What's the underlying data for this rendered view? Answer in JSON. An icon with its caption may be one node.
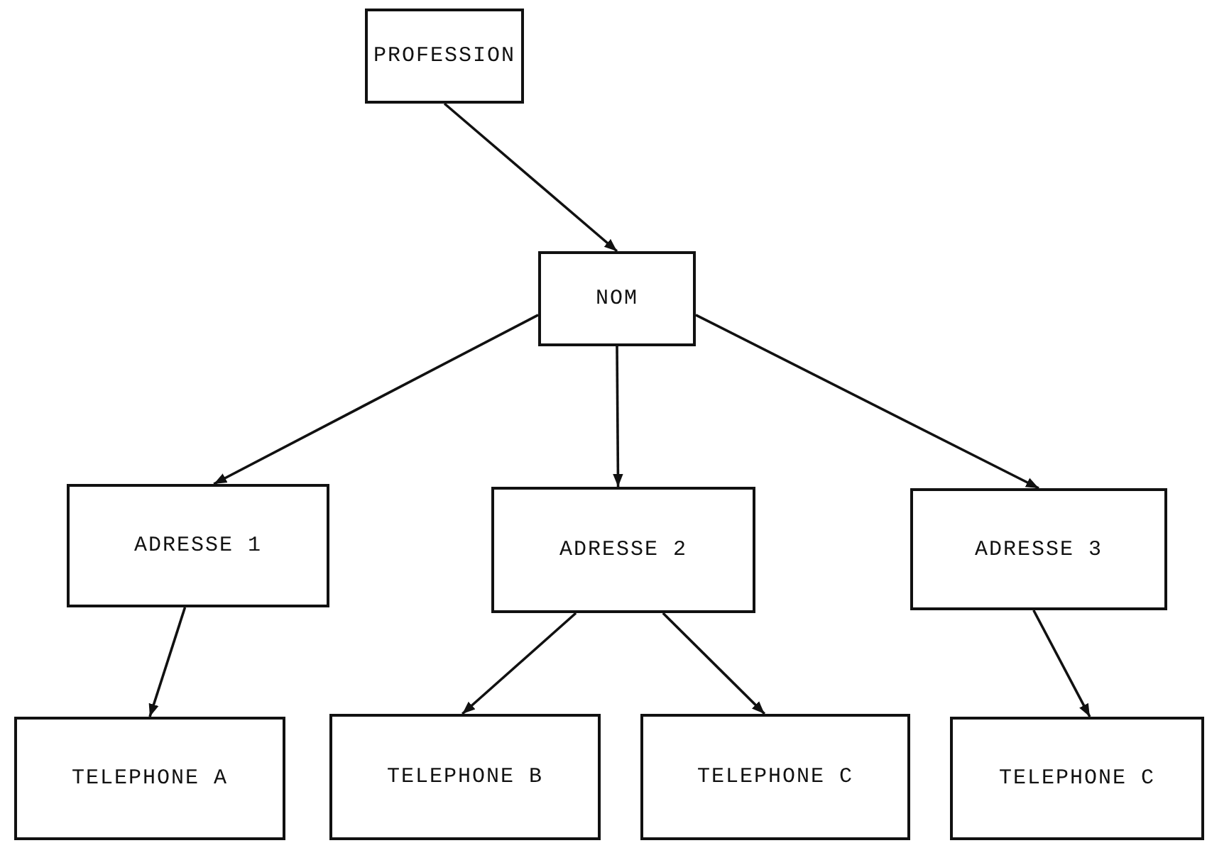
{
  "diagram": {
    "nodes": [
      {
        "text": [
          "PROFESSION"
        ]
      },
      {
        "text": [
          "NOM"
        ]
      },
      {
        "text": [
          "ADRESSE 1"
        ]
      },
      {
        "text": [
          "ADRESSE 2"
        ]
      },
      {
        "text": [
          "ADRESSE 3"
        ]
      },
      {
        "text": [
          "TELEPHONE A"
        ]
      },
      {
        "text": [
          "TELEPHONE B"
        ]
      },
      {
        "text": [
          "TELEPHONE C"
        ]
      },
      {
        "text": [
          "TELEPHONE C"
        ]
      }
    ],
    "edges": [
      {
        "from": 0,
        "to": 1,
        "arrow": "to"
      },
      {
        "from": 1,
        "to": 2,
        "arrow": "to"
      },
      {
        "from": 1,
        "to": 3,
        "arrow": "to"
      },
      {
        "from": 1,
        "to": 4,
        "arrow": "to"
      },
      {
        "from": 2,
        "to": 5,
        "arrow": "to"
      },
      {
        "from": 3,
        "to": 6,
        "arrow": "to"
      },
      {
        "from": 3,
        "to": 7,
        "arrow": "to"
      },
      {
        "from": 4,
        "to": 8,
        "arrow": "to"
      }
    ]
  }
}
